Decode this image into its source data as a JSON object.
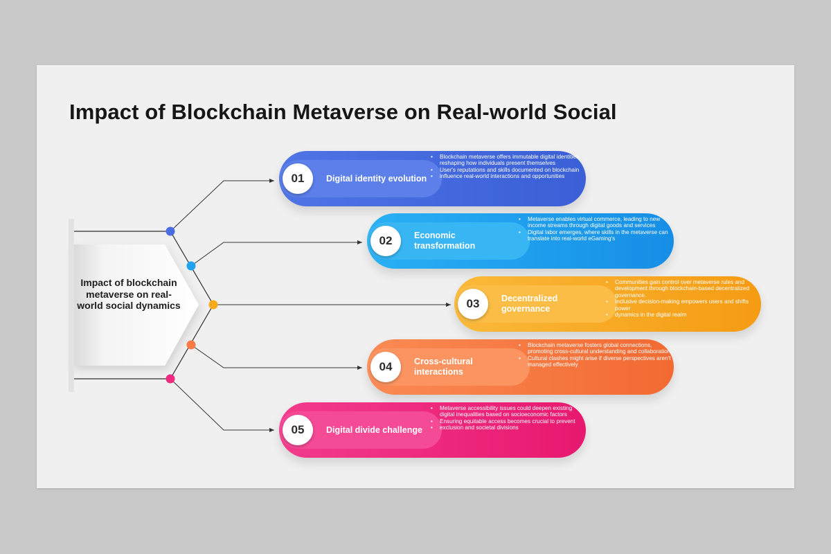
{
  "title": "Impact of Blockchain Metaverse on Real-world Social",
  "hub": {
    "label": "Impact of blockchain metaverse on real-world social dynamics"
  },
  "items": [
    {
      "number": "01",
      "label": "Digital identity evolution",
      "bullets": [
        "Blockchain metaverse offers immutable digital identities, reshaping how individuals present themselves",
        "User's reputations and skills documented on blockchain",
        "influence real-world interactions and opportunities"
      ],
      "color": "#4a6ee0"
    },
    {
      "number": "02",
      "label": "Economic transformation",
      "bullets": [
        "Metaverse enables virtual commerce, leading to new income streams through digital goods and services",
        "Digital labor emerges, where skills in the metaverse can translate into real-world eGaming's"
      ],
      "color": "#1fa3ee"
    },
    {
      "number": "03",
      "label": "Decentralized governance",
      "bullets": [
        "Communities gain control over metaverse rules and development through blockchain-based decentralized governance.",
        "Inclusive decision-making empowers users and shifts power",
        "dynamics in the digital realm"
      ],
      "color": "#f8a91c"
    },
    {
      "number": "04",
      "label": "Cross-cultural interactions",
      "bullets": [
        "Blockchain metaverse fosters global connections, promoting cross-cultural understanding and collaboration",
        "Cultural clashes might arise if diverse perspectives aren't managed effectively"
      ],
      "color": "#f97a42"
    },
    {
      "number": "05",
      "label": "Digital divide challenge",
      "bullets": [
        "Metaverse accessibility issues could deepen existing digital inequalities based on socioeconomic factors",
        "Ensuring equitable access becomes crucial to prevent",
        "exclusion and societal divisions"
      ],
      "color": "#ef2a80"
    }
  ]
}
